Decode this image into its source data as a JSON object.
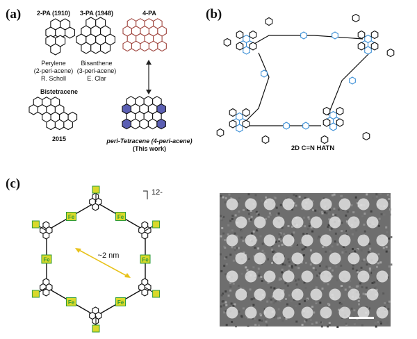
{
  "panel_a": {
    "letter": "(a)",
    "perylene": {
      "tag": "2-PA (1910)",
      "name": "Perylene",
      "desc": "(2-peri-acene)",
      "author": "R. Scholl"
    },
    "bisanthene": {
      "tag": "3-PA (1948)",
      "name": "Bisanthene",
      "desc": "(3-peri-acene)",
      "author": "E. Clar"
    },
    "pa4": {
      "tag": "4-PA"
    },
    "bistetracene": {
      "name": "Bistetracene",
      "year": "2015"
    },
    "peritetracene": {
      "name": "peri-Tetracene (4-peri-acene)",
      "note": "(This work)"
    }
  },
  "panel_b": {
    "letter": "(b)",
    "caption": "2D C=N HATN"
  },
  "panel_c": {
    "letter": "(c)",
    "charge": "12-",
    "distance": "~2 nm",
    "metal_label": "Fe"
  },
  "colors": {
    "pa4_red": "#a0463f",
    "peri_blue": "#5b5fb3",
    "hatn_blue": "#3b8fd6",
    "fe_green": "#2d9b3a",
    "sulfur_yellow": "#d9d92a",
    "arrow_yellow": "#e8c21a",
    "tem_bg": "#6e6e6e"
  }
}
